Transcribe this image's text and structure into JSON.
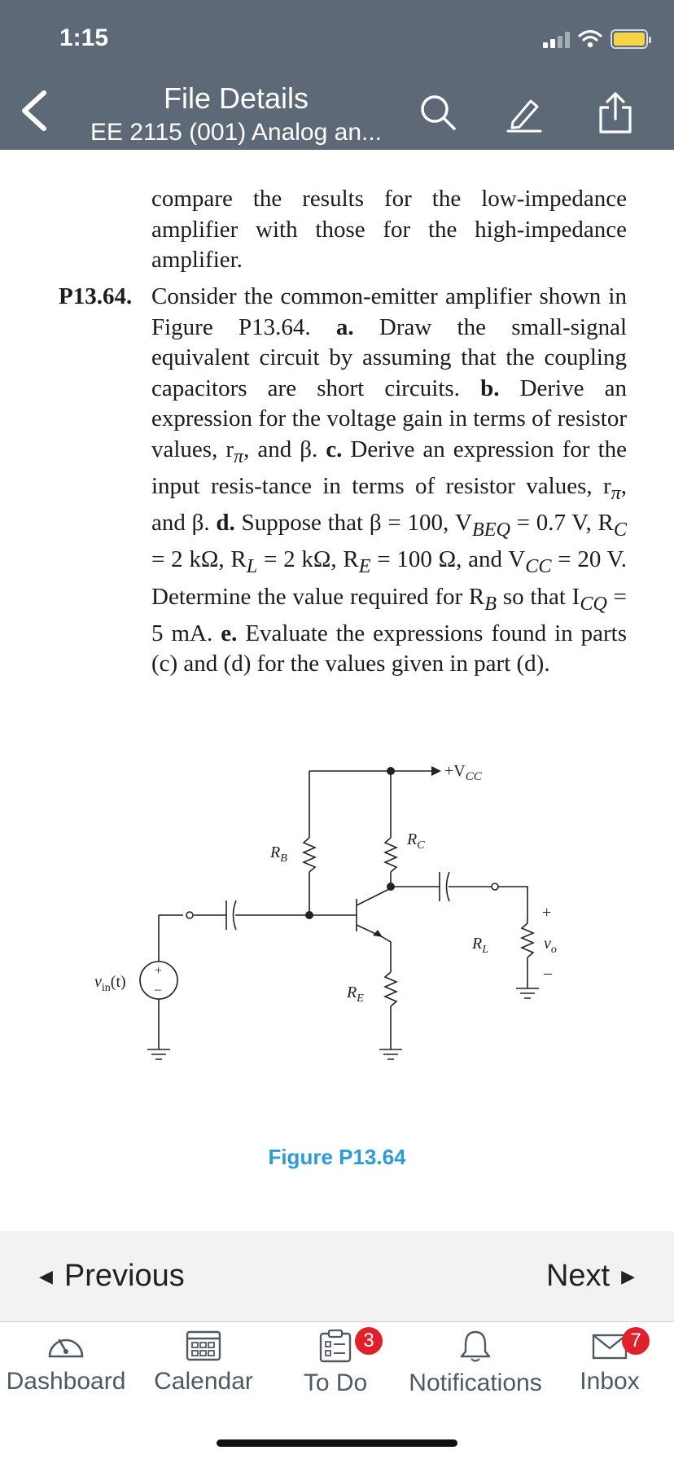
{
  "status": {
    "time": "1:15"
  },
  "header": {
    "title": "File Details",
    "subtitle": "EE 2115 (001) Analog an..."
  },
  "document": {
    "intro": "compare the results for the low-impedance amplifier with those for the high-impedance amplifier.",
    "problem_label": "P13.64.",
    "problem_parts": {
      "p0": "Consider the common-emitter amplifier shown in Figure P13.64. ",
      "a": "a.",
      "a_text": " Draw the small-signal equivalent circuit by assuming that the coupling capacitors are short circuits. ",
      "b": "b.",
      "b_text": " Derive an expression for the voltage gain in terms of resistor values, r",
      "b_tail": ", and β. ",
      "c": "c.",
      "c_text": " Derive an expression for the input resis-tance in terms of resistor values, r",
      "c_tail": ", and β. ",
      "d": "d.",
      "d_text1": " Suppose that β = 100, V",
      "d_text2": " = 0.7 V, R",
      "d_text3": " = 2 kΩ, R",
      "d_text4": " = 2 kΩ, R",
      "d_text5": " = 100 Ω, and V",
      "d_text6": " = 20 V. Determine the value required for R",
      "d_text7": " so that I",
      "d_text8": " = 5 mA. ",
      "e": "e.",
      "e_text": " Evaluate the expressions found in parts (c) and (d) for the values given in part (d).",
      "pi": "π",
      "sub_BEQ": "BEQ",
      "sub_C": "C",
      "sub_L": "L",
      "sub_E": "E",
      "sub_CC": "CC",
      "sub_B": "B",
      "sub_CQ": "CQ"
    },
    "circuit_labels": {
      "vcc": "+V",
      "vcc_sub": "CC",
      "rc": "R",
      "rc_sub": "C",
      "rb": "R",
      "rb_sub": "B",
      "re": "R",
      "re_sub": "E",
      "rl": "R",
      "rl_sub": "L",
      "vo": "v",
      "vo_sub": "o",
      "plus": "+",
      "minus": "–",
      "vin": "v",
      "vin_sub": "in",
      "vin_t": "(t)",
      "src_plus": "+",
      "src_minus": "–"
    },
    "figure_caption": "Figure P13.64"
  },
  "nav": {
    "previous": "Previous",
    "next": "Next"
  },
  "tabs": [
    {
      "label": "Dashboard"
    },
    {
      "label": "Calendar"
    },
    {
      "label": "To Do",
      "badge": "3"
    },
    {
      "label": "Notifications"
    },
    {
      "label": "Inbox",
      "badge": "7"
    }
  ],
  "colors": {
    "header": "#5d6976",
    "accent": "#2d9bd7",
    "badge": "#e0212a"
  }
}
